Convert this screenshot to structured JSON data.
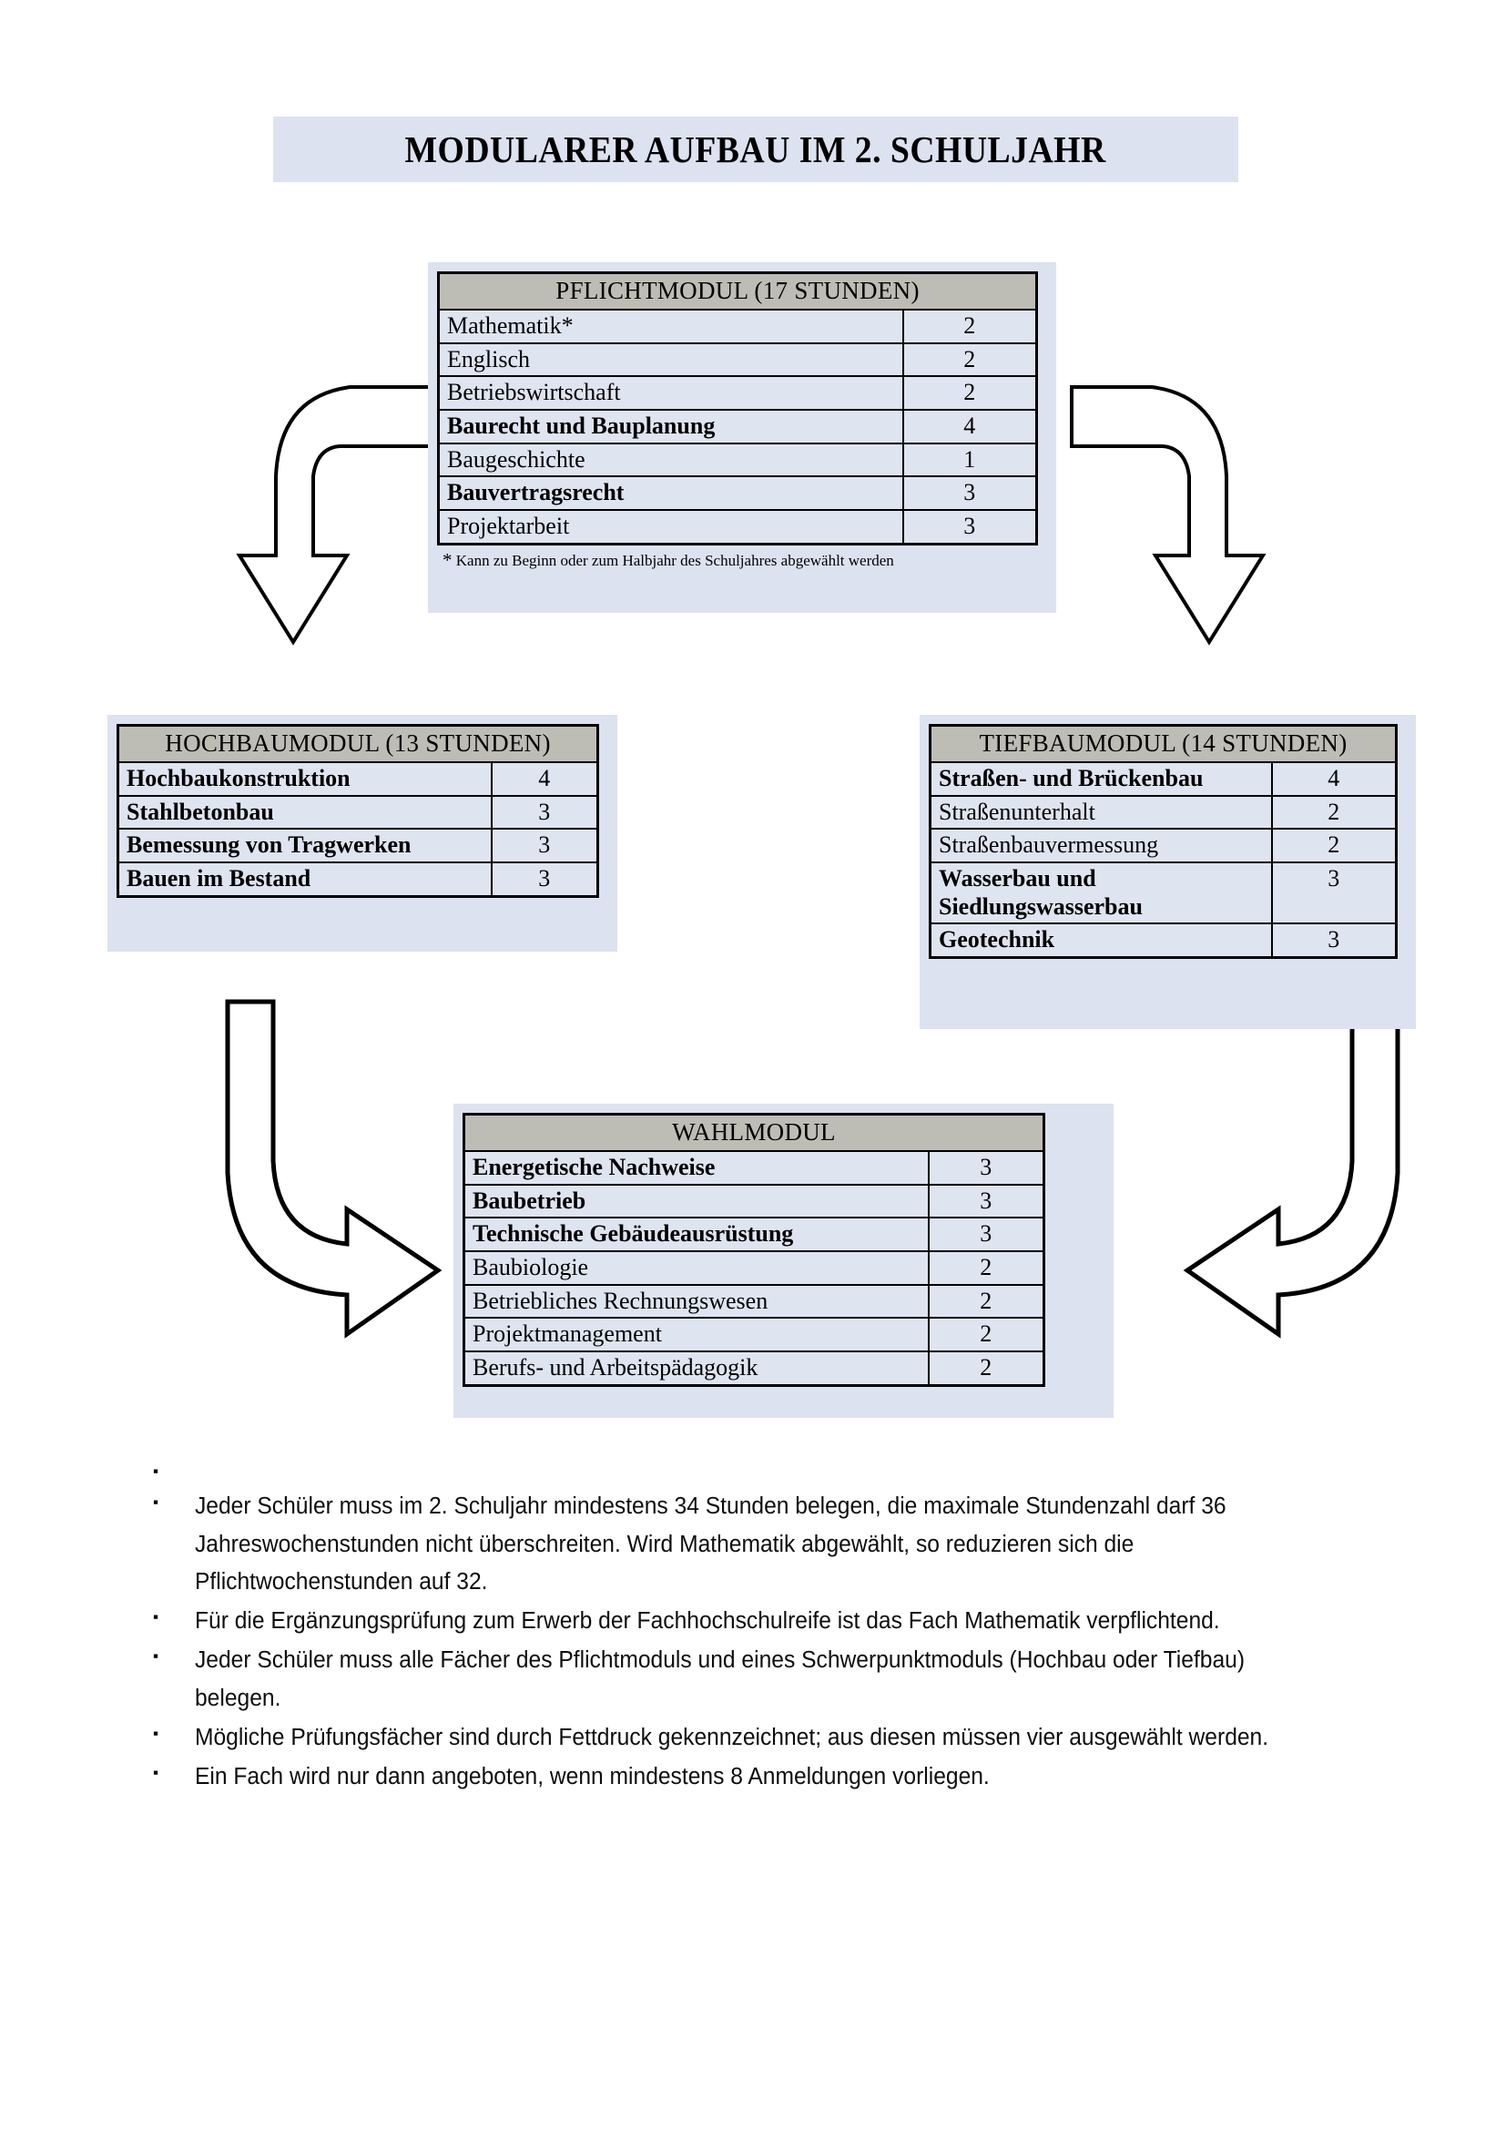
{
  "title": "MODULARER AUFBAU IM 2. SCHULJAHR",
  "colors": {
    "card_background": "#dde2f0",
    "table_background": "#dfe4f1",
    "header_background": "#bdbdb5",
    "border": "#000000",
    "text": "#000000"
  },
  "modules": {
    "pflicht": {
      "header": "PFLICHTMODUL (17 STUNDEN)",
      "rows": [
        {
          "subject": "Mathematik*",
          "hours": "2",
          "bold": false
        },
        {
          "subject": "Englisch",
          "hours": "2",
          "bold": false
        },
        {
          "subject": "Betriebswirtschaft",
          "hours": "2",
          "bold": false
        },
        {
          "subject": "Baurecht und Bauplanung",
          "hours": "4",
          "bold": true
        },
        {
          "subject": "Baugeschichte",
          "hours": "1",
          "bold": false
        },
        {
          "subject": "Bauvertragsrecht",
          "hours": "3",
          "bold": true
        },
        {
          "subject": "Projektarbeit",
          "hours": "3",
          "bold": false
        }
      ],
      "footnote_marker": "*",
      "footnote": "Kann zu Beginn oder zum Halbjahr des Schuljahres abgewählt werden"
    },
    "hochbau": {
      "header": "HOCHBAUMODUL (13 STUNDEN)",
      "rows": [
        {
          "subject": "Hochbaukonstruktion",
          "hours": "4",
          "bold": true
        },
        {
          "subject": "Stahlbetonbau",
          "hours": "3",
          "bold": true
        },
        {
          "subject": "Bemessung von Tragwerken",
          "hours": "3",
          "bold": true
        },
        {
          "subject": "Bauen im Bestand",
          "hours": "3",
          "bold": true
        }
      ]
    },
    "tiefbau": {
      "header": "TIEFBAUMODUL (14 STUNDEN)",
      "rows": [
        {
          "subject": "Straßen- und Brückenbau",
          "hours": "4",
          "bold": true
        },
        {
          "subject": "Straßenunterhalt",
          "hours": "2",
          "bold": false
        },
        {
          "subject": "Straßenbauvermessung",
          "hours": "2",
          "bold": false
        },
        {
          "subject": "Wasserbau und Siedlungswasserbau",
          "hours": "3",
          "bold": true
        },
        {
          "subject": "Geotechnik",
          "hours": "3",
          "bold": true
        }
      ]
    },
    "wahl": {
      "header": "WAHLMODUL",
      "rows": [
        {
          "subject": "Energetische Nachweise",
          "hours": "3",
          "bold": true
        },
        {
          "subject": "Baubetrieb",
          "hours": "3",
          "bold": true
        },
        {
          "subject": "Technische Gebäudeausrüstung",
          "hours": "3",
          "bold": true
        },
        {
          "subject": "Baubiologie",
          "hours": "2",
          "bold": false
        },
        {
          "subject": "Betriebliches Rechnungswesen",
          "hours": "2",
          "bold": false
        },
        {
          "subject": "Projektmanagement",
          "hours": "2",
          "bold": false
        },
        {
          "subject": "Berufs- und Arbeitspädagogik",
          "hours": "2",
          "bold": false
        }
      ]
    }
  },
  "arrows": [
    {
      "name": "arrow-pflicht-to-hochbau",
      "direction": "curve-down-left"
    },
    {
      "name": "arrow-pflicht-to-tiefbau",
      "direction": "curve-down-right"
    },
    {
      "name": "arrow-hochbau-to-wahl",
      "direction": "curve-right"
    },
    {
      "name": "arrow-tiefbau-to-wahl",
      "direction": "curve-left"
    }
  ],
  "notes": {
    "bullet_glyph": "▪",
    "items": [
      "",
      "Jeder Schüler muss im 2. Schuljahr mindestens 34 Stunden belegen, die maximale Stundenzahl darf 36 Jahreswochenstunden nicht überschreiten. Wird Mathematik abgewählt, so reduzieren sich die Pflichtwochenstunden auf 32.",
      "Für die Ergänzungsprüfung zum Erwerb der Fachhochschulreife ist das Fach Mathematik verpflichtend.",
      "Jeder Schüler muss alle Fächer des Pflichtmoduls und eines Schwerpunktmoduls (Hochbau oder Tiefbau) belegen.",
      "Mögliche Prüfungsfächer sind durch Fettdruck gekennzeichnet; aus diesen müssen vier ausgewählt werden.",
      "Ein Fach wird nur dann angeboten, wenn mindestens 8 Anmeldungen vorliegen."
    ]
  }
}
